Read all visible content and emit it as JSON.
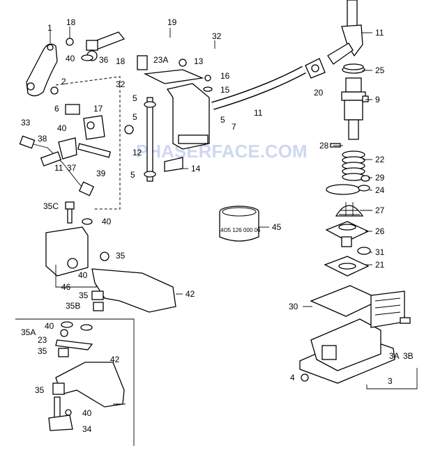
{
  "watermark": "PHASERFACE.COM",
  "boot_stamp": "4O5 126 000 06",
  "callouts": {
    "c1": "1",
    "c2": "2",
    "c3": "3",
    "c3A": "3A",
    "c3B": "3B",
    "c4": "4",
    "c5a": "5",
    "c5b": "5",
    "c5c": "5",
    "c5d": "5",
    "c6": "6",
    "c7": "7",
    "c9": "9",
    "c11a": "11",
    "c11b": "11",
    "c11c": "11",
    "c12": "12",
    "c13": "13",
    "c14": "14",
    "c15": "15",
    "c16": "16",
    "c17": "17",
    "c18a": "18",
    "c18b": "18",
    "c19": "19",
    "c20": "20",
    "c21": "21",
    "c22": "22",
    "c23": "23",
    "c23A": "23A",
    "c24": "24",
    "c25": "25",
    "c26": "26",
    "c27": "27",
    "c28": "28",
    "c29": "29",
    "c30": "30",
    "c31": "31",
    "c32a": "32",
    "c32b": "32",
    "c33": "33",
    "c34": "34",
    "c35a": "35",
    "c35b": "35",
    "c35c": "35",
    "c35d": "35",
    "c35A": "35A",
    "c35B": "35B",
    "c35C": "35C",
    "c36": "36",
    "c37": "37",
    "c38": "38",
    "c39": "39",
    "c40a": "40",
    "c40b": "40",
    "c40c": "40",
    "c40d": "40",
    "c40e": "40",
    "c40f": "40",
    "c42a": "42",
    "c42b": "42",
    "c45": "45",
    "c46": "46"
  }
}
